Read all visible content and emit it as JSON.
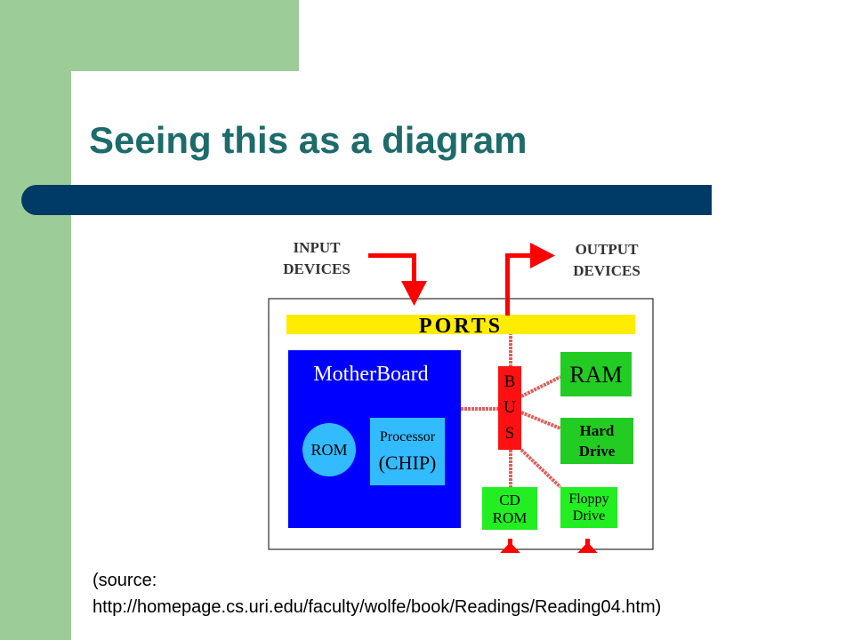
{
  "slide": {
    "title": "Seeing this as a diagram",
    "source_line1": "(source:",
    "source_line2": "http://homepage.cs.uri.edu/faculty/wolfe/book/Readings/Reading04.htm)"
  },
  "diagram": {
    "input_line1": "INPUT",
    "input_line2": "DEVICES",
    "output_line1": "OUTPUT",
    "output_line2": "DEVICES",
    "ports": "PORTS",
    "motherboard": "MotherBoard",
    "rom": "ROM",
    "processor": "Processor",
    "chip": "(CHIP)",
    "bus": [
      "B",
      "U",
      "S"
    ],
    "ram": "RAM",
    "hard_drive_line1": "Hard",
    "hard_drive_line2": "Drive",
    "cd_rom_line1": "CD",
    "cd_rom_line2": "ROM",
    "floppy_line1": "Floppy",
    "floppy_line2": "Drive"
  },
  "colors": {
    "title": "#1d6b6b",
    "accent_green": "#9ccc98",
    "title_bar": "#003a66",
    "arrow_red": "#ff0000",
    "ports_yellow": "#ffec00",
    "motherboard_blue": "#0000ff",
    "processor_cyan": "#33bbff",
    "component_green": "#22cc22"
  }
}
